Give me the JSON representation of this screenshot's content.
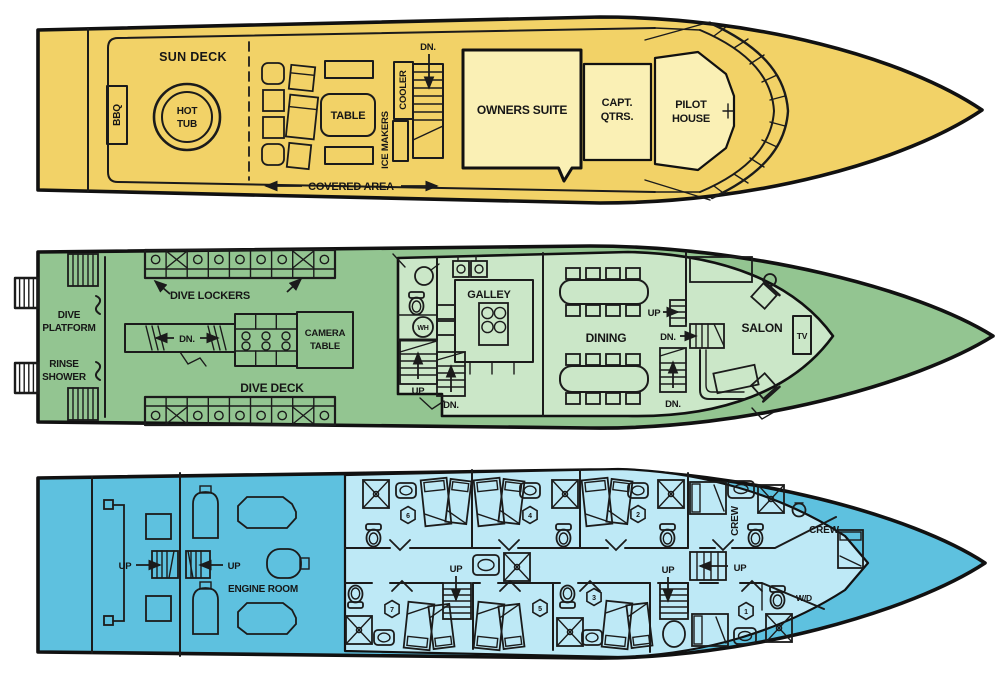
{
  "figure": {
    "type": "boat-deck-plans",
    "background": "#FFFFFF",
    "line_color": "#1B1B1B"
  },
  "decks": {
    "upper": {
      "hull_color": "#F2D267",
      "room_color": "#FAF0B5",
      "labels": {
        "bbq": "BBQ",
        "sun_deck": "SUN DECK",
        "hot": "HOT",
        "tub": "TUB",
        "table": "TABLE",
        "dn": "DN.",
        "cooler": "COOLER",
        "ice_makers": "ICE MAKERS",
        "covered_area": "COVERED AREA",
        "owners_suite": "OWNERS SUITE",
        "capt": "CAPT.",
        "qtrs": "QTRS.",
        "pilot": "PILOT",
        "house": "HOUSE"
      }
    },
    "main": {
      "hull_color": "#93C591",
      "room_color": "#CBE7C8",
      "labels": {
        "dive": "DIVE",
        "platform": "PLATFORM",
        "rinse": "RINSE",
        "shower": "SHOWER",
        "dive_lockers": "DIVE LOCKERS",
        "dn": "DN.",
        "camera": "CAMERA",
        "table": "TABLE",
        "dive_deck": "DIVE DECK",
        "galley": "GALLEY",
        "wh": "WH",
        "up": "UP",
        "dining": "DINING",
        "salon": "SALON",
        "tv": "TV"
      }
    },
    "lower": {
      "hull_color": "#5EC1DF",
      "room_color": "#BEE9F6",
      "labels": {
        "up": "UP",
        "engine_room": "ENGINE ROOM",
        "crew": "CREW",
        "wd": "W/D"
      },
      "cabins": [
        "1",
        "2",
        "3",
        "4",
        "5",
        "6",
        "7"
      ]
    }
  }
}
